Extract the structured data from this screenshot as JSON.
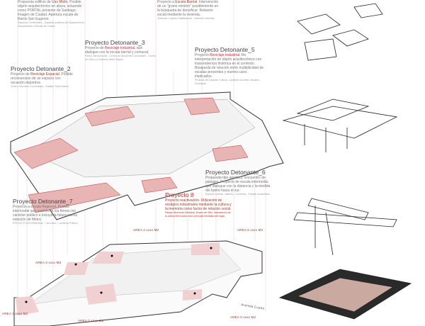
{
  "projects": [
    {
      "id": "p1",
      "title": "",
      "lead": "Propuesta edificio de ",
      "highlight": "Uso Mixto",
      "body": ". Posible objeto arquitectónico en altura, actuando como PORTAL poniente de Santiago. Imagen de Ciudad. Apertura escala de Barrio San Eugenio.",
      "small": "Espacios Comerciales - Espacios públicos de Esparcimiento - Equipamiento y Escala de Ciudad"
    },
    {
      "id": "p4",
      "title": "",
      "lead": "Proyecto a ",
      "highlight": "Escala Barrial",
      "body": ". Intervención de un \"grano mínimo\" posiblemente en la búsqueda de densificar. Relación social mediante la vivienda.",
      "small": "Vivienda Conjunto Habitacional - Vivienda Colectiva"
    },
    {
      "id": "p3",
      "title": "Proyecto Detonante_3",
      "lead": "Proyecto de ",
      "highlight": "Reciclaje Industrial",
      "body": ", que dialogue con la escala barrial y comunal.",
      "small": "Paseo Intercomunal - Centro de Desarrollo Comunitario - Centro de Oficio y Comercio Medio Mayor"
    },
    {
      "id": "p2",
      "title": "Proyecto Detonante_2",
      "lead": "Proyecto de ",
      "highlight": "Reciclaje Espacial",
      "body": ". Posible reconversión de un espacio con vocación deportiva.",
      "small": "Centro Deportivo Comunitario - Estadio Techo Barrio"
    },
    {
      "id": "p5",
      "title": "Proyecto Detonante_5",
      "lead": "Proyecto ",
      "highlight": "Reciclaje Industrial",
      "body": ". Re interpretación de objeto arquitectónico con trascendencia histórica en el contexto. Búsqueda de relación entre multiplicidad de escalas presentes y nuevos usos implicados.",
      "small": "Proyecto de Carácter Cultural - Auditorio de Artes Visuales - Escénicas"
    },
    {
      "id": "p6",
      "title": "Proyecto Detonante_6",
      "lead": "",
      "highlight": "",
      "body": "Propuesta tipo apertura. Encuentro de paisajes. Proyecto de escala intermedia que dialogue con la distancia y la medida del barrio hacia el sur.",
      "small": "Espacio cultural - talleres - Comercio - Paisaje comunitario"
    },
    {
      "id": "p7",
      "title": "Proyecto Detonante_7",
      "lead": "",
      "highlight": "",
      "body": "Proyecto a escala Regional. Posible intermodal que reactive la vía férrea con carácter público e incluya la futura nueva estación de Metro.",
      "small": "PROYECTO INTERMODAL + servicios + comercio Público"
    },
    {
      "id": "p8",
      "title": "Proyecto 8",
      "lead": "",
      "highlight": "",
      "body": "Proyecto reactivación. Utilización de vestigios industriales mediante la cultura y la memoria como factor de relación social.",
      "small": "Parque Memorial Industrial, Museo de Sitio. Valorización de la cultura ferroviaria como principal identidad del lugar."
    }
  ],
  "areas": {
    "a1": "AREA 1 xxxx M2",
    "a2": "AREA 2 xxxx M2",
    "a3": "AREA 3 xxxx M2",
    "a4": "AREA 4 xxxx M2",
    "a5": "AREA 5 xxxx M2",
    "a6": "AREA 6 xxxx M2"
  },
  "street_label": "Avenida Cuatro",
  "colors": {
    "accent": "#c0302f",
    "highlight_fill": "#e8b4b4",
    "line": "#333333"
  }
}
